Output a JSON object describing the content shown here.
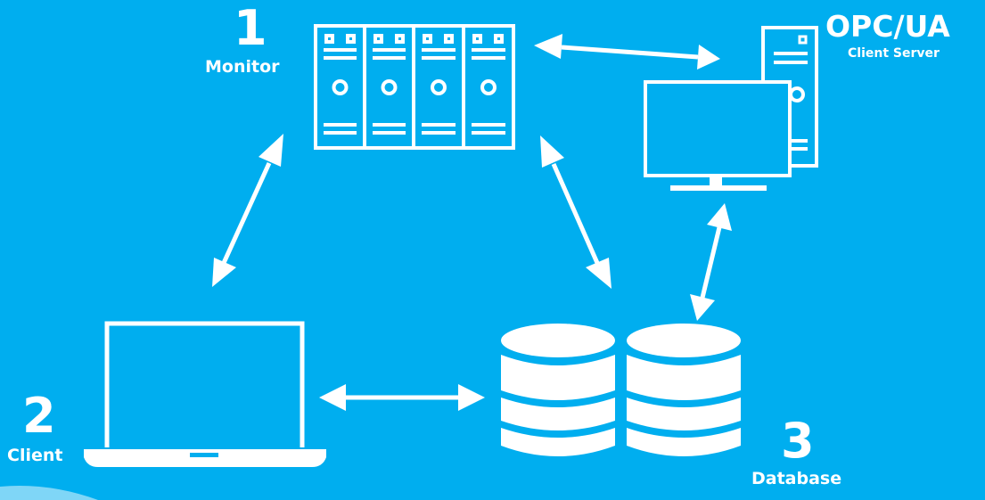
{
  "nodes": {
    "monitor": {
      "number": "1",
      "label": "Monitor",
      "icon": "server-rack-icon"
    },
    "client": {
      "number": "2",
      "label": "Client",
      "icon": "laptop-icon"
    },
    "database": {
      "number": "3",
      "label": "Database",
      "icon": "database-icon"
    },
    "opcua": {
      "title": "OPC/UA",
      "subtitle": "Client Server",
      "icon": "desktop-computer-icon"
    }
  },
  "connections": [
    {
      "from": "monitor",
      "to": "opcua",
      "direction": "bidirectional"
    },
    {
      "from": "monitor",
      "to": "client",
      "direction": "bidirectional"
    },
    {
      "from": "monitor",
      "to": "database",
      "direction": "bidirectional"
    },
    {
      "from": "client",
      "to": "database",
      "direction": "bidirectional"
    },
    {
      "from": "opcua",
      "to": "database",
      "direction": "bidirectional"
    }
  ],
  "colors": {
    "background": "#00AEEF",
    "foreground": "#FFFFFF",
    "corner_accent": "#7FD6F7"
  }
}
